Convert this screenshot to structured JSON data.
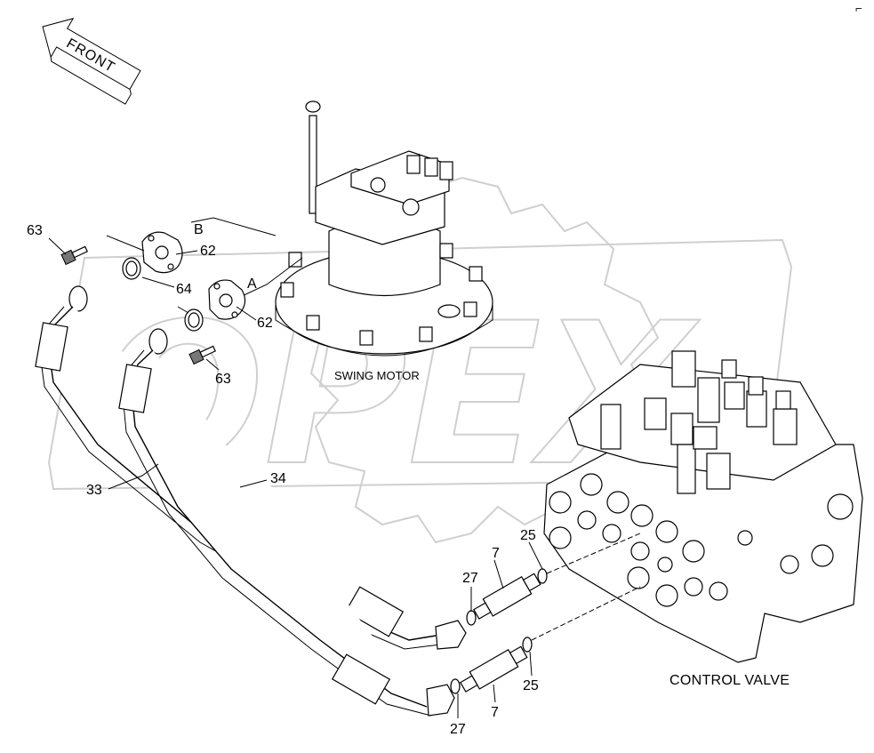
{
  "front_label": "FRONT",
  "captions": {
    "swing_motor": "SWING MOTOR",
    "control_valve": "CONTROL VALVE"
  },
  "connection_points": {
    "a": "A",
    "b": "B"
  },
  "watermark": "OPEX",
  "callouts": {
    "c63_top": "63",
    "c62_top": "62",
    "c64": "64",
    "c62_mid": "62",
    "c63_mid": "63",
    "c33": "33",
    "c34": "34",
    "c25_top": "25",
    "c7_top": "7",
    "c27_top": "27",
    "c25_bot": "25",
    "c7_bot": "7",
    "c27_bot": "27"
  },
  "colors": {
    "line": "#000000",
    "watermark": "#cfcfcf"
  }
}
